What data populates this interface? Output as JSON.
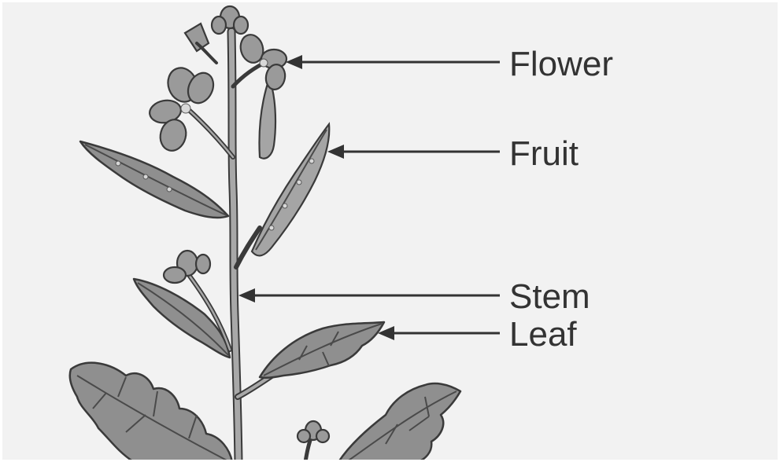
{
  "labels": {
    "flower": "Flower",
    "fruit": "Fruit",
    "stem": "Stem",
    "leaf": "Leaf"
  },
  "colors": {
    "background": "#f2f2f2",
    "plant_fill": "#8f8f8f",
    "outline": "#3a3a3a",
    "text": "#333333"
  }
}
